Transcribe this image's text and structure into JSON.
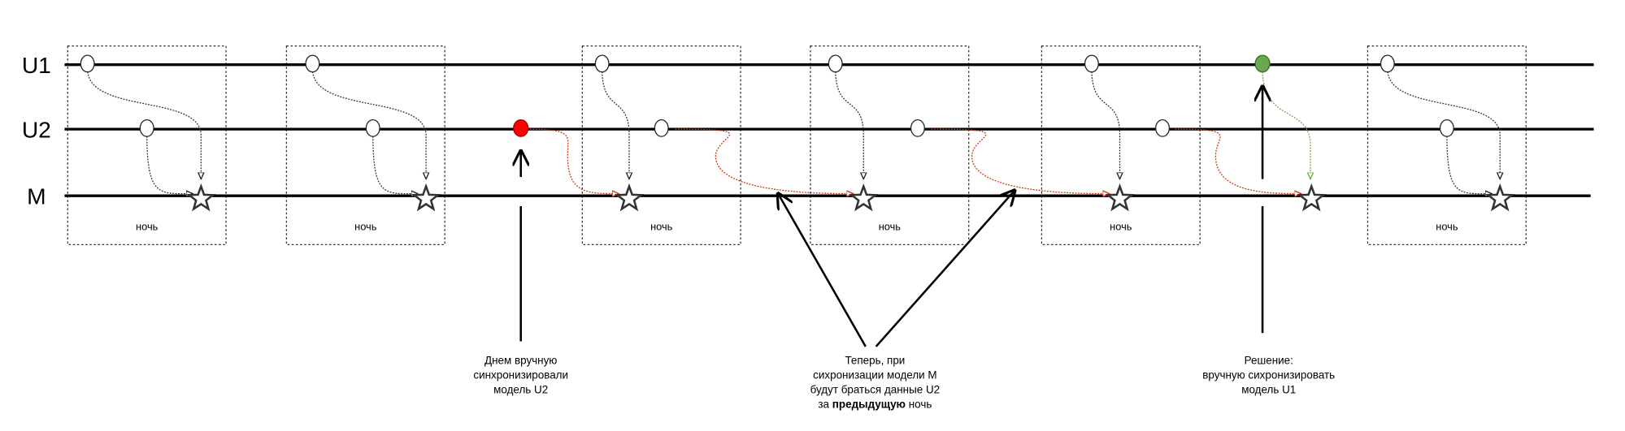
{
  "lanes": {
    "u1": "U1",
    "u2": "U2",
    "m": "M"
  },
  "night_label": "ночь",
  "nights": [
    "ночь",
    "ночь",
    "ночь",
    "ночь",
    "ночь",
    "ночь"
  ],
  "notes": {
    "manual_sync": [
      "Днем вручную",
      "синхронизировали",
      "модель U2"
    ],
    "consequence": [
      "Теперь, при",
      "сихронизации модели M",
      "будут браться данные U2"
    ],
    "consequence_last": {
      "prefix": "за ",
      "bold": "предыдущую",
      "suffix": " ночь"
    },
    "solution": [
      "Решение:",
      "вручную сихронизировать",
      "модель U1"
    ]
  },
  "colors": {
    "manual_sync": "#ff0000",
    "solution": "#6aa84f",
    "stale_flow": "#cc3311",
    "normal_flow": "#333333"
  }
}
